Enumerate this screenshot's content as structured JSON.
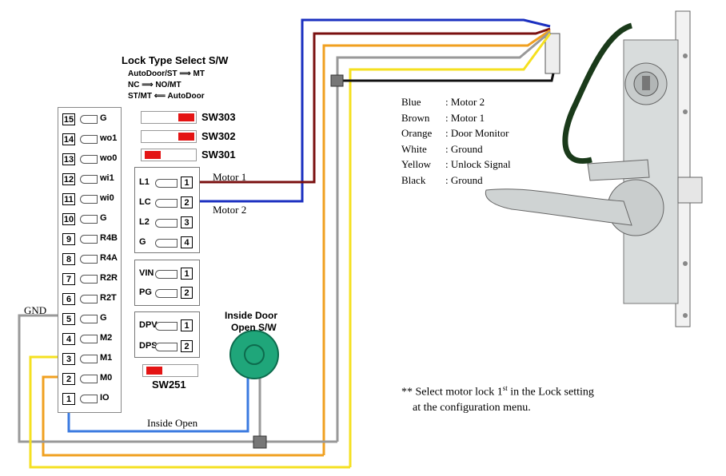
{
  "lock_select": {
    "title": "Lock Type Select S/W",
    "line1": "AutoDoor/ST ⟹ MT",
    "line2": "NC ⟹ NO/MT",
    "line3": "ST/MT ⟸ AutoDoor"
  },
  "switches": [
    {
      "label": "SW303"
    },
    {
      "label": "SW302"
    },
    {
      "label": "SW301"
    }
  ],
  "terminal_block": [
    {
      "num": "15",
      "label": "G"
    },
    {
      "num": "14",
      "label": "wo1"
    },
    {
      "num": "13",
      "label": "wo0"
    },
    {
      "num": "12",
      "label": "wi1"
    },
    {
      "num": "11",
      "label": "wi0"
    },
    {
      "num": "10",
      "label": "G"
    },
    {
      "num": "9",
      "label": "R4B"
    },
    {
      "num": "8",
      "label": "R4A"
    },
    {
      "num": "7",
      "label": "R2R"
    },
    {
      "num": "6",
      "label": "R2T"
    },
    {
      "num": "5",
      "label": "G"
    },
    {
      "num": "4",
      "label": "M2"
    },
    {
      "num": "3",
      "label": "M1"
    },
    {
      "num": "2",
      "label": "M0"
    },
    {
      "num": "1",
      "label": "IO"
    }
  ],
  "motor_block": [
    {
      "label": "L1",
      "num": "1"
    },
    {
      "label": "LC",
      "num": "2"
    },
    {
      "label": "L2",
      "num": "3"
    },
    {
      "label": "G",
      "num": "4"
    }
  ],
  "power_block": [
    {
      "label": "VIN",
      "num": "1"
    },
    {
      "label": "PG",
      "num": "2"
    }
  ],
  "dp_block": [
    {
      "label": "DPV",
      "num": "1"
    },
    {
      "label": "DPS",
      "num": "2"
    }
  ],
  "sw251_label": "SW251",
  "inside_door": {
    "line1": "Inside Door",
    "line2": "Open S/W"
  },
  "wire_labels": {
    "motor1": "Motor 1",
    "motor2": "Motor 2",
    "gnd": "GND",
    "inside_open": "Inside Open"
  },
  "legend": [
    {
      "color_name": "Blue",
      "sep": ":",
      "meaning": "Motor 2"
    },
    {
      "color_name": "Brown",
      "sep": ":",
      "meaning": "Motor 1"
    },
    {
      "color_name": "Orange",
      "sep": ":",
      "meaning": "Door Monitor"
    },
    {
      "color_name": "White",
      "sep": ":",
      "meaning": "Ground"
    },
    {
      "color_name": "Yellow",
      "sep": ":",
      "meaning": "Unlock Signal"
    },
    {
      "color_name": "Black",
      "sep": ":",
      "meaning": "Ground"
    }
  ],
  "note": {
    "prefix": "** Select motor lock 1",
    "sup": "st",
    "suffix": " in the Lock setting",
    "line2": "at the configuration menu."
  },
  "colors": {
    "blue": "#1a2fc0",
    "brown": "#7a1010",
    "orange": "#f0a020",
    "gray": "#999999",
    "yellow": "#f5e020",
    "black": "#111111",
    "switch_red": "#e41414",
    "button_green": "#1fa67a"
  }
}
